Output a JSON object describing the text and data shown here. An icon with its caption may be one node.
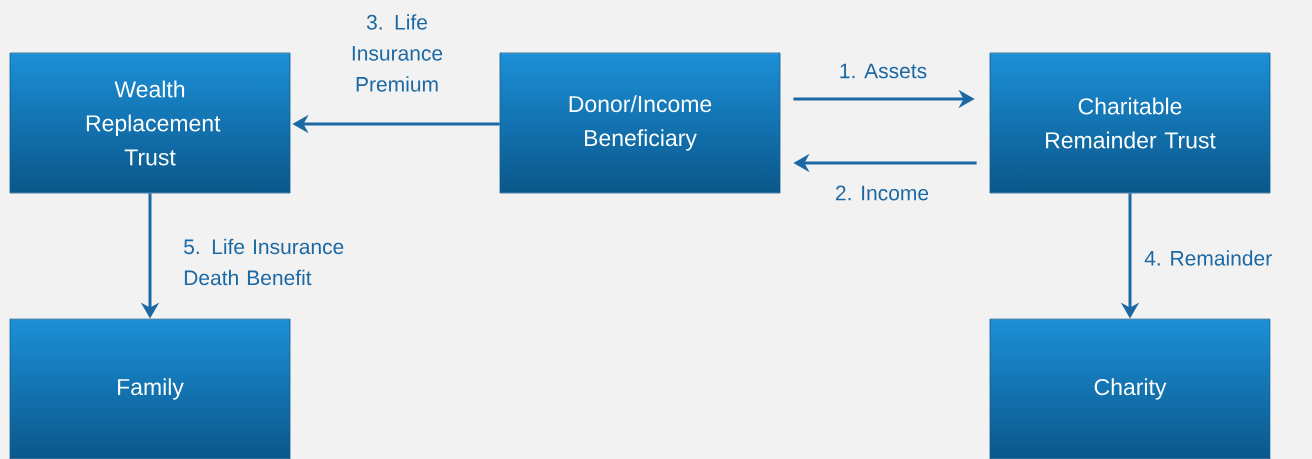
{
  "diagram": {
    "nodes": [
      {
        "text": [
          "Wealth Replacement Trust"
        ]
      },
      {
        "text": [
          "Donor/Income Beneficiary"
        ]
      },
      {
        "text": [
          "Charitable Remainder Trust"
        ]
      },
      {
        "text": [
          "Family"
        ]
      },
      {
        "text": [
          "Charity"
        ]
      }
    ],
    "edges": [
      {
        "from": 1,
        "to": 2,
        "arrow": "to",
        "label": "1. Assets"
      },
      {
        "from": 2,
        "to": 1,
        "arrow": "to",
        "label": "2. Income"
      },
      {
        "from": 1,
        "to": 0,
        "arrow": "to",
        "label": "3. Life Insurance Premium"
      },
      {
        "from": 2,
        "to": 4,
        "arrow": "to",
        "label": "4. Remainder"
      },
      {
        "from": 0,
        "to": 3,
        "arrow": "to",
        "label": "5. Life Insurance Death Benefit"
      }
    ]
  }
}
